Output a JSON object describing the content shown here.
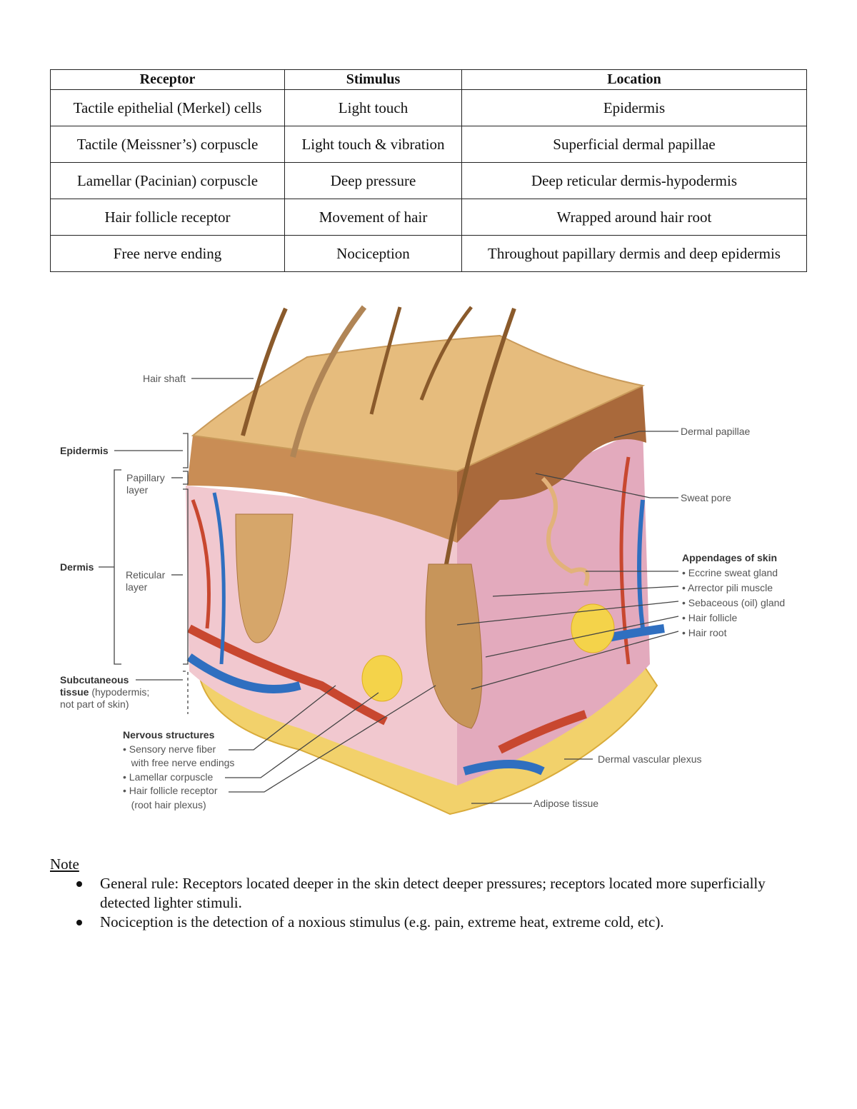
{
  "table": {
    "headers": [
      "Receptor",
      "Stimulus",
      "Location"
    ],
    "rows": [
      [
        "Tactile epithelial (Merkel) cells",
        "Light touch",
        "Epidermis"
      ],
      [
        "Tactile (Meissner’s) corpuscle",
        "Light touch & vibration",
        "Superficial dermal papillae"
      ],
      [
        "Lamellar (Pacinian) corpuscle",
        "Deep pressure",
        "Deep reticular dermis-hypodermis"
      ],
      [
        "Hair follicle receptor",
        "Movement of hair",
        "Wrapped around hair root"
      ],
      [
        "Free nerve ending",
        "Nociception",
        "Throughout papillary dermis and deep epidermis"
      ]
    ]
  },
  "figure": {
    "left_labels": {
      "hair_shaft": "Hair shaft",
      "epidermis": "Epidermis",
      "papillary_1": "Papillary",
      "papillary_2": "layer",
      "dermis": "Dermis",
      "reticular_1": "Reticular",
      "reticular_2": "layer",
      "subcut_bold_1": "Subcutaneous",
      "subcut_bold_2": "tissue",
      "subcut_rest": "(hypodermis;",
      "subcut_rest2": "not part of skin)"
    },
    "nervous": {
      "title": "Nervous structures",
      "items": [
        "• Sensory nerve fiber",
        "with free nerve endings",
        "• Lamellar corpuscle",
        "• Hair follicle receptor",
        "(root hair plexus)"
      ]
    },
    "right_labels": {
      "dermal_papillae": "Dermal papillae",
      "sweat_pore": "Sweat pore",
      "appendages_title": "Appendages of skin",
      "appendages": [
        "• Eccrine sweat gland",
        "• Arrector pili muscle",
        "• Sebaceous (oil) gland",
        "• Hair follicle",
        "• Hair root"
      ],
      "dermal_vascular_plexus": "Dermal vascular plexus",
      "adipose_tissue": "Adipose tissue"
    }
  },
  "notes": {
    "title": "Note",
    "items": [
      "General rule: Receptors located deeper in the skin detect deeper pressures; receptors located more superficially detected lighter stimuli.",
      "Nociception is the detection of a noxious stimulus (e.g. pain, extreme heat, extreme cold, etc)."
    ]
  }
}
